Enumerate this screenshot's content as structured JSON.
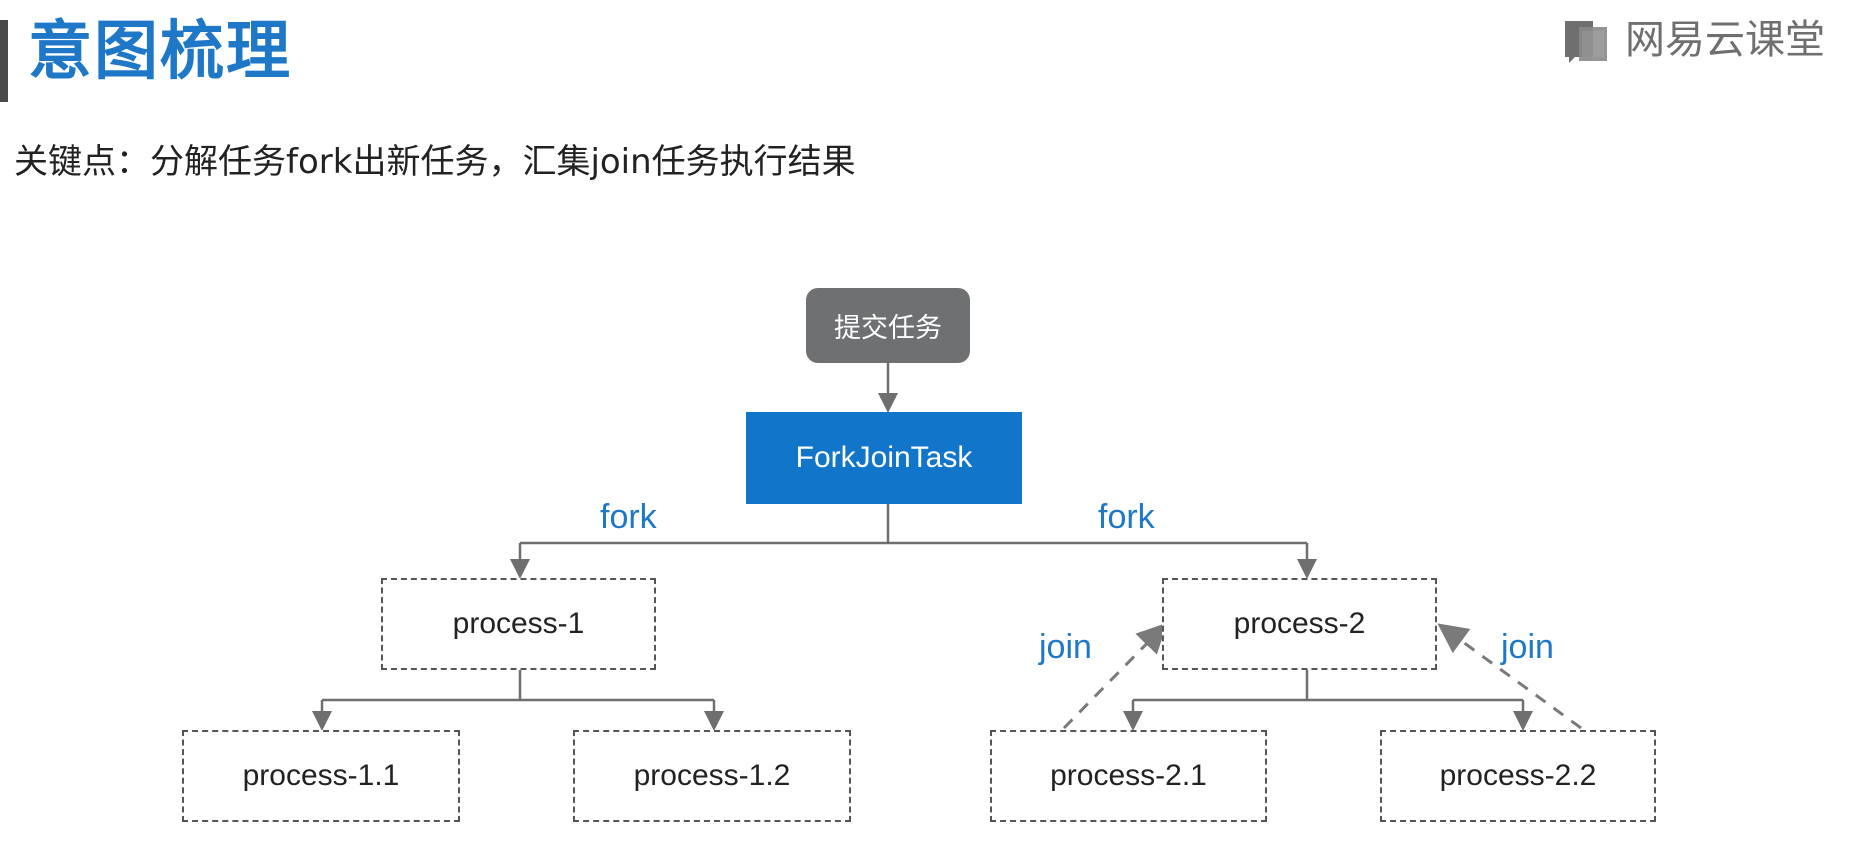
{
  "header": {
    "title": "意图梳理",
    "brand": "网易云课堂",
    "brand_icon": "book-icon"
  },
  "subtitle": "关键点：分解任务fork出新任务，汇集join任务执行结果",
  "diagram": {
    "submit": "提交任务",
    "root": "ForkJoinTask",
    "nodes": {
      "process_1": "process-1",
      "process_2": "process-2",
      "process_1_1": "process-1.1",
      "process_1_2": "process-1.2",
      "process_2_1": "process-2.1",
      "process_2_2": "process-2.2"
    },
    "labels": {
      "fork_left": "fork",
      "fork_right": "fork",
      "join_left": "join",
      "join_right": "join"
    }
  },
  "colors": {
    "accent": "#1F77C8",
    "submit_bg": "#6F7072",
    "root_bg": "#1175C9",
    "edge": "#6F6F6F",
    "brand": "#6F6F6F"
  }
}
